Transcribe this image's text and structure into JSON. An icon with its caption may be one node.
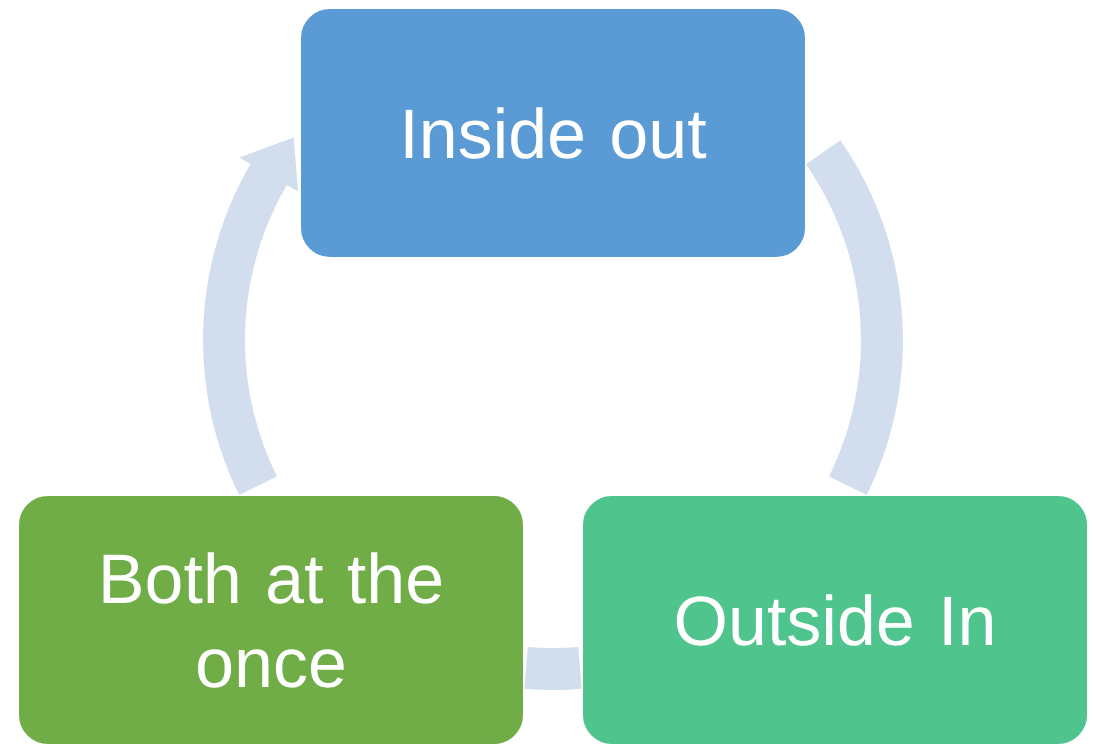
{
  "diagram": {
    "nodes": [
      {
        "text": [
          "Inside out"
        ]
      },
      {
        "text": [
          "Outside In"
        ]
      },
      {
        "text": [
          "Both at the once"
        ]
      }
    ],
    "edges": [
      {
        "from": 0,
        "to": 1,
        "arrow": "none"
      },
      {
        "from": 1,
        "to": 2,
        "arrow": "none"
      },
      {
        "from": 2,
        "to": 0,
        "arrow": "to"
      }
    ]
  }
}
